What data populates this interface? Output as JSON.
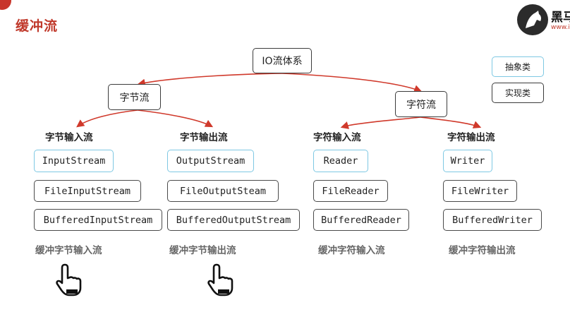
{
  "title": "缓冲流",
  "logo": {
    "text": "黑马",
    "url": "www.it"
  },
  "legend": {
    "abstract": "抽象类",
    "concrete": "实现类"
  },
  "colors": {
    "title": "#c0392b",
    "arrow": "#d0392b",
    "abstract_border": "#7ec8e3",
    "concrete_border": "#3b3b3b"
  },
  "diagram": {
    "root": "IO流体系",
    "byte_stream": "字节流",
    "char_stream": "字符流",
    "groups": [
      {
        "label": "字节输入流",
        "abstract": "InputStream",
        "impl": "FileInputStream",
        "buffered": "BufferedInputStream",
        "caption": "缓冲字节输入流"
      },
      {
        "label": "字节输出流",
        "abstract": "OutputStream",
        "impl": "FileOutputSteam",
        "buffered": "BufferedOutputStream",
        "caption": "缓冲字节输出流"
      },
      {
        "label": "字符输入流",
        "abstract": "Reader",
        "impl": "FileReader",
        "buffered": "BufferedReader",
        "caption": "缓冲字符输入流"
      },
      {
        "label": "字符输出流",
        "abstract": "Writer",
        "impl": "FileWriter",
        "buffered": "BufferedWriter",
        "caption": "缓冲字符输出流"
      }
    ]
  },
  "icons": [
    "pointing-hand-icon",
    "pointing-hand-icon"
  ]
}
